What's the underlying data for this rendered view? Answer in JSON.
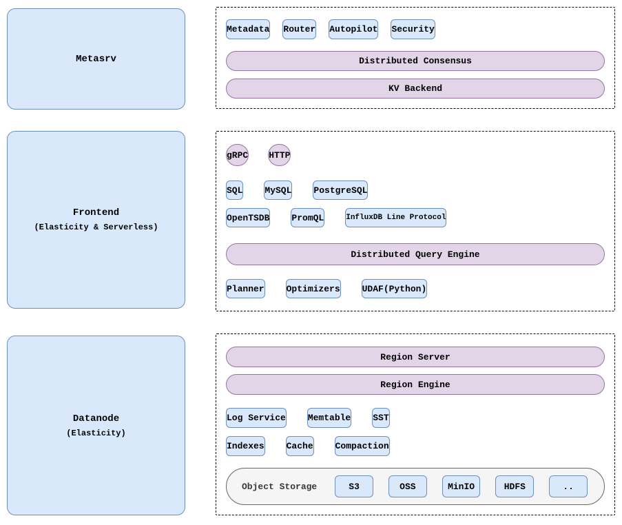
{
  "colors": {
    "box_fill": "#dae8fc",
    "box_border": "#6c8ebf",
    "pill_fill": "#e1d5e7",
    "pill_border": "#9673a6",
    "storage_fill": "#f5f5f5",
    "storage_border": "#666666"
  },
  "sections": {
    "metasrv": {
      "title": "Metasrv",
      "boxes": [
        "Metadata",
        "Router",
        "Autopilot",
        "Security"
      ],
      "pills": [
        "Distributed Consensus",
        "KV Backend"
      ]
    },
    "frontend": {
      "title": "Frontend",
      "subtitle": "(Elasticity & Serverless)",
      "pills_top": [
        "gRPC",
        "HTTP"
      ],
      "protocols_row1": [
        "SQL",
        "MySQL",
        "PostgreSQL"
      ],
      "protocols_row2": [
        "OpenTSDB",
        "PromQL",
        "InfluxDB Line Protocol"
      ],
      "pill_engine": "Distributed Query Engine",
      "engine_boxes": [
        "Planner",
        "Optimizers",
        "UDAF(Python)"
      ]
    },
    "datanode": {
      "title": "Datanode",
      "subtitle": "(Elasticity)",
      "pills": [
        "Region Server",
        "Region Engine"
      ],
      "boxes_row1": [
        "Log Service",
        "Memtable",
        "SST"
      ],
      "boxes_row2": [
        "Indexes",
        "Cache",
        "Compaction"
      ],
      "object_storage": {
        "label": "Object Storage",
        "backends": [
          "S3",
          "OSS",
          "MinIO",
          "HDFS",
          ".."
        ]
      }
    }
  }
}
